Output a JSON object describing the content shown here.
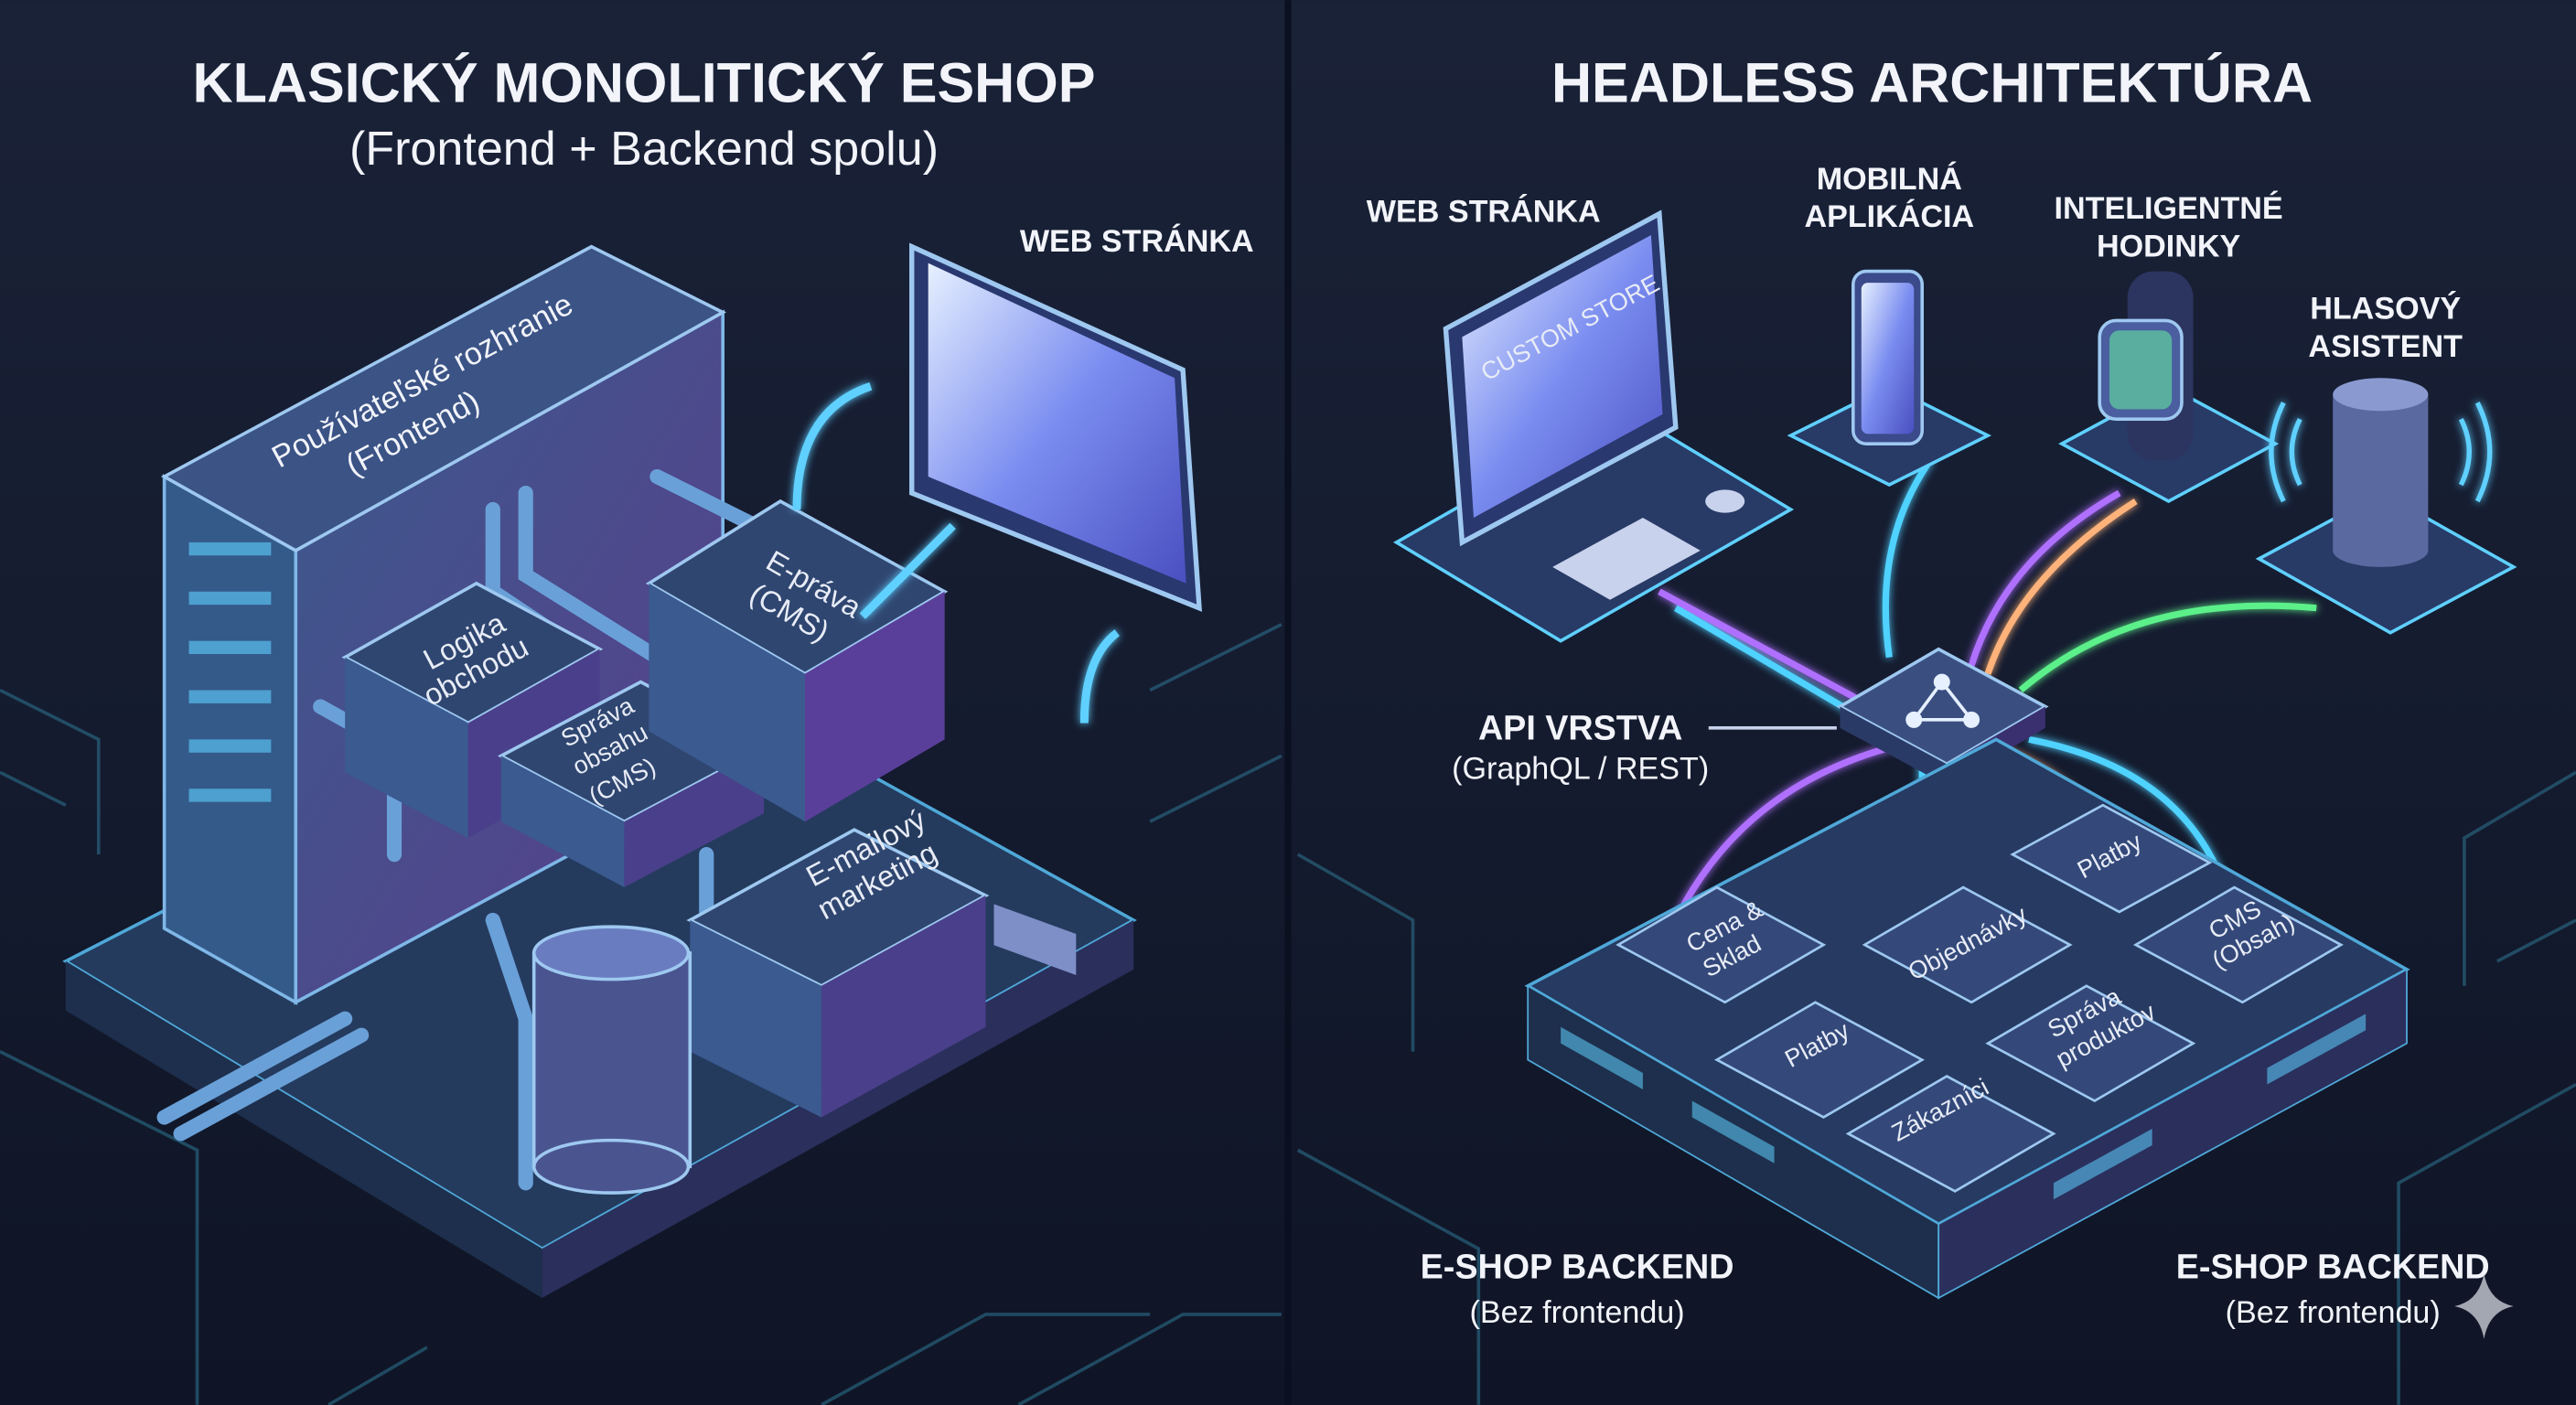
{
  "left": {
    "title": "KLASICKÝ MONOLITICKÝ ESHOP",
    "subtitle": "(Frontend + Backend spolu)",
    "web_label": "WEB STRÁNKA",
    "frontend_label_1": "Používateľské rozhranie",
    "frontend_label_2": "(Frontend)",
    "modules": {
      "logic_1": "Logika",
      "logic_2": "obchodu",
      "content_1": "Správa",
      "content_2": "obsahu",
      "content_3": "(CMS)",
      "eprava_1": "E-práva",
      "eprava_2": "(CMS)",
      "email_1": "E-mailový",
      "email_2": "marketing"
    }
  },
  "right": {
    "title": "HEADLESS ARCHITEKTÚRA",
    "devices": {
      "web": "WEB STRÁNKA",
      "mobile_1": "MOBILNÁ",
      "mobile_2": "APLIKÁCIA",
      "watch_1": "INTELIGENTNÉ",
      "watch_2": "HODINKY",
      "voice_1": "HLASOVÝ",
      "voice_2": "ASISTENT",
      "store_name": "CUSTOM STORE"
    },
    "api": {
      "label": "API VRSTVA",
      "sub": "(GraphQL / REST)"
    },
    "services": {
      "price_1": "Cena &",
      "price_2": "Sklad",
      "orders": "Objednávky",
      "payments_top": "Platby",
      "cms_1": "CMS",
      "cms_2": "(Obsah)",
      "payments": "Platby",
      "products_1": "Správa",
      "products_2": "produktov",
      "customers": "Zákazníci"
    },
    "backend_left": {
      "label": "E-SHOP BACKEND",
      "sub": "(Bez frontendu)"
    },
    "backend_right": {
      "label": "E-SHOP BACKEND",
      "sub": "(Bez frontendu)"
    }
  },
  "colors": {
    "background": "#141a2e",
    "purple": "#b070ff",
    "cyan": "#4fd2ff",
    "orange": "#ffb27a",
    "green": "#5cf08a"
  }
}
